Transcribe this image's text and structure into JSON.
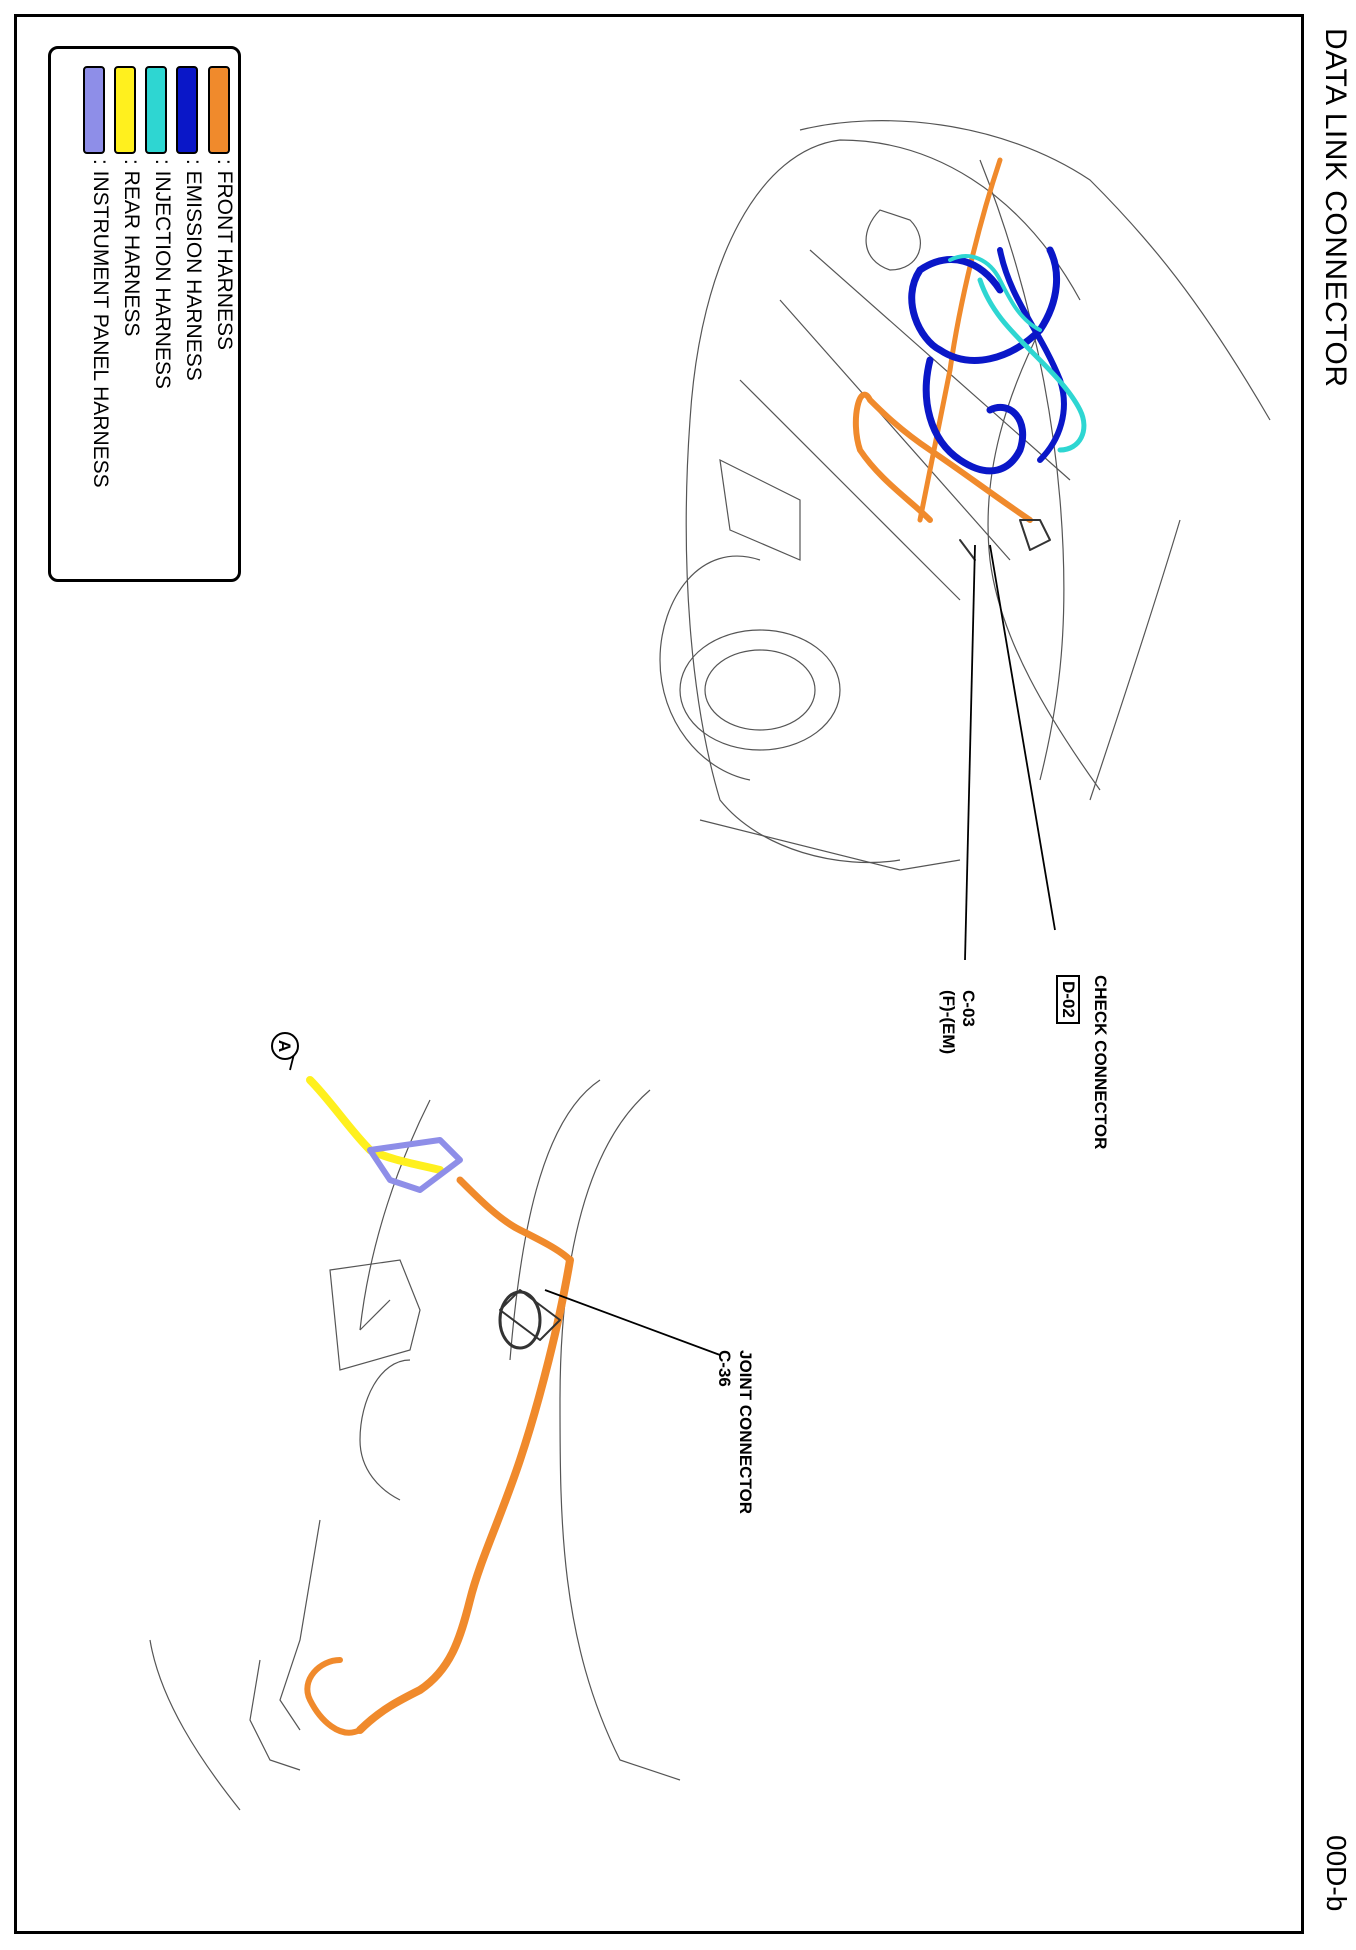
{
  "page": {
    "title": "DATA LINK CONNECTOR",
    "code": "00D-b"
  },
  "legend": [
    {
      "label": ": FRONT HARNESS",
      "color": "#F08A2C"
    },
    {
      "label": ": EMISSION HARNESS",
      "color": "#0A17C8"
    },
    {
      "label": ": INJECTION HARNESS",
      "color": "#2ED6D2"
    },
    {
      "label": ": REAR HARNESS",
      "color": "#FFF01E"
    },
    {
      "label": ": INSTRUMENT PANEL HARNESS",
      "color": "#8E8EE8"
    }
  ],
  "callouts": {
    "check_connector": {
      "title": "CHECK CONNECTOR",
      "code": "D-02"
    },
    "c03": {
      "code": "C-03",
      "sub": "(F)-(EM)"
    },
    "joint_connector": {
      "title": "JOINT CONNECTOR",
      "code": "C-36"
    },
    "marker_a": "A"
  }
}
